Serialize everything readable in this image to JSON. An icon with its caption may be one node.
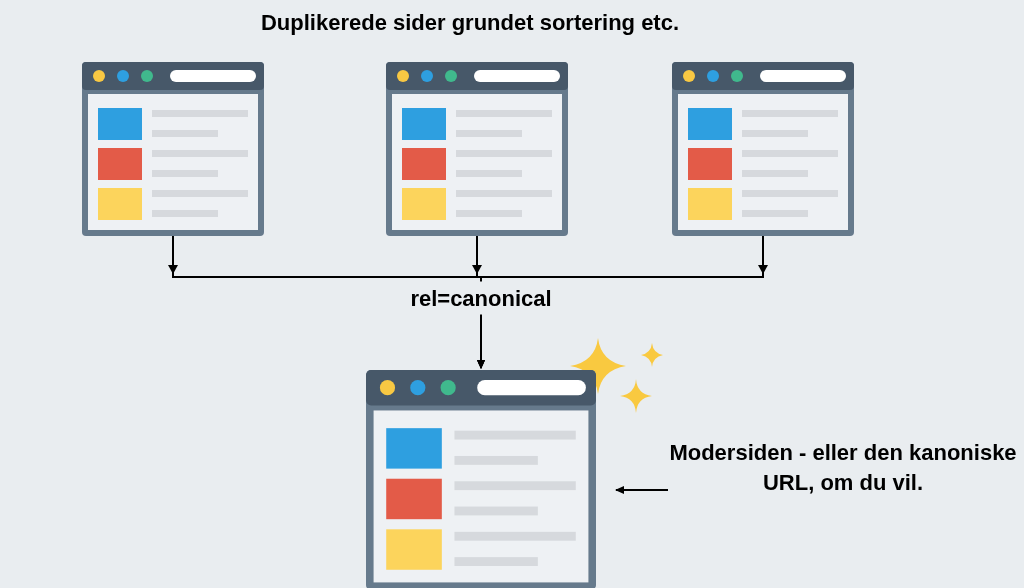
{
  "diagram": {
    "title": "Duplikerede sider grundet sortering etc.",
    "nodes": [
      {
        "text": [],
        "shape": "picture"
      },
      {
        "text": [],
        "shape": "picture"
      },
      {
        "text": [],
        "shape": "picture"
      },
      {
        "text": [],
        "shape": "picture"
      },
      {
        "text": [
          "Modersiden - eller den kanoniske URL, om du vil."
        ]
      }
    ],
    "edges": [
      {
        "from": 0,
        "to": 3,
        "arrow": "to"
      },
      {
        "from": 1,
        "to": 3,
        "arrow": "to",
        "label": "rel=canonical"
      },
      {
        "from": 2,
        "to": 3,
        "arrow": "to"
      },
      {
        "from": 4,
        "to": 3,
        "arrow": "to"
      }
    ]
  }
}
